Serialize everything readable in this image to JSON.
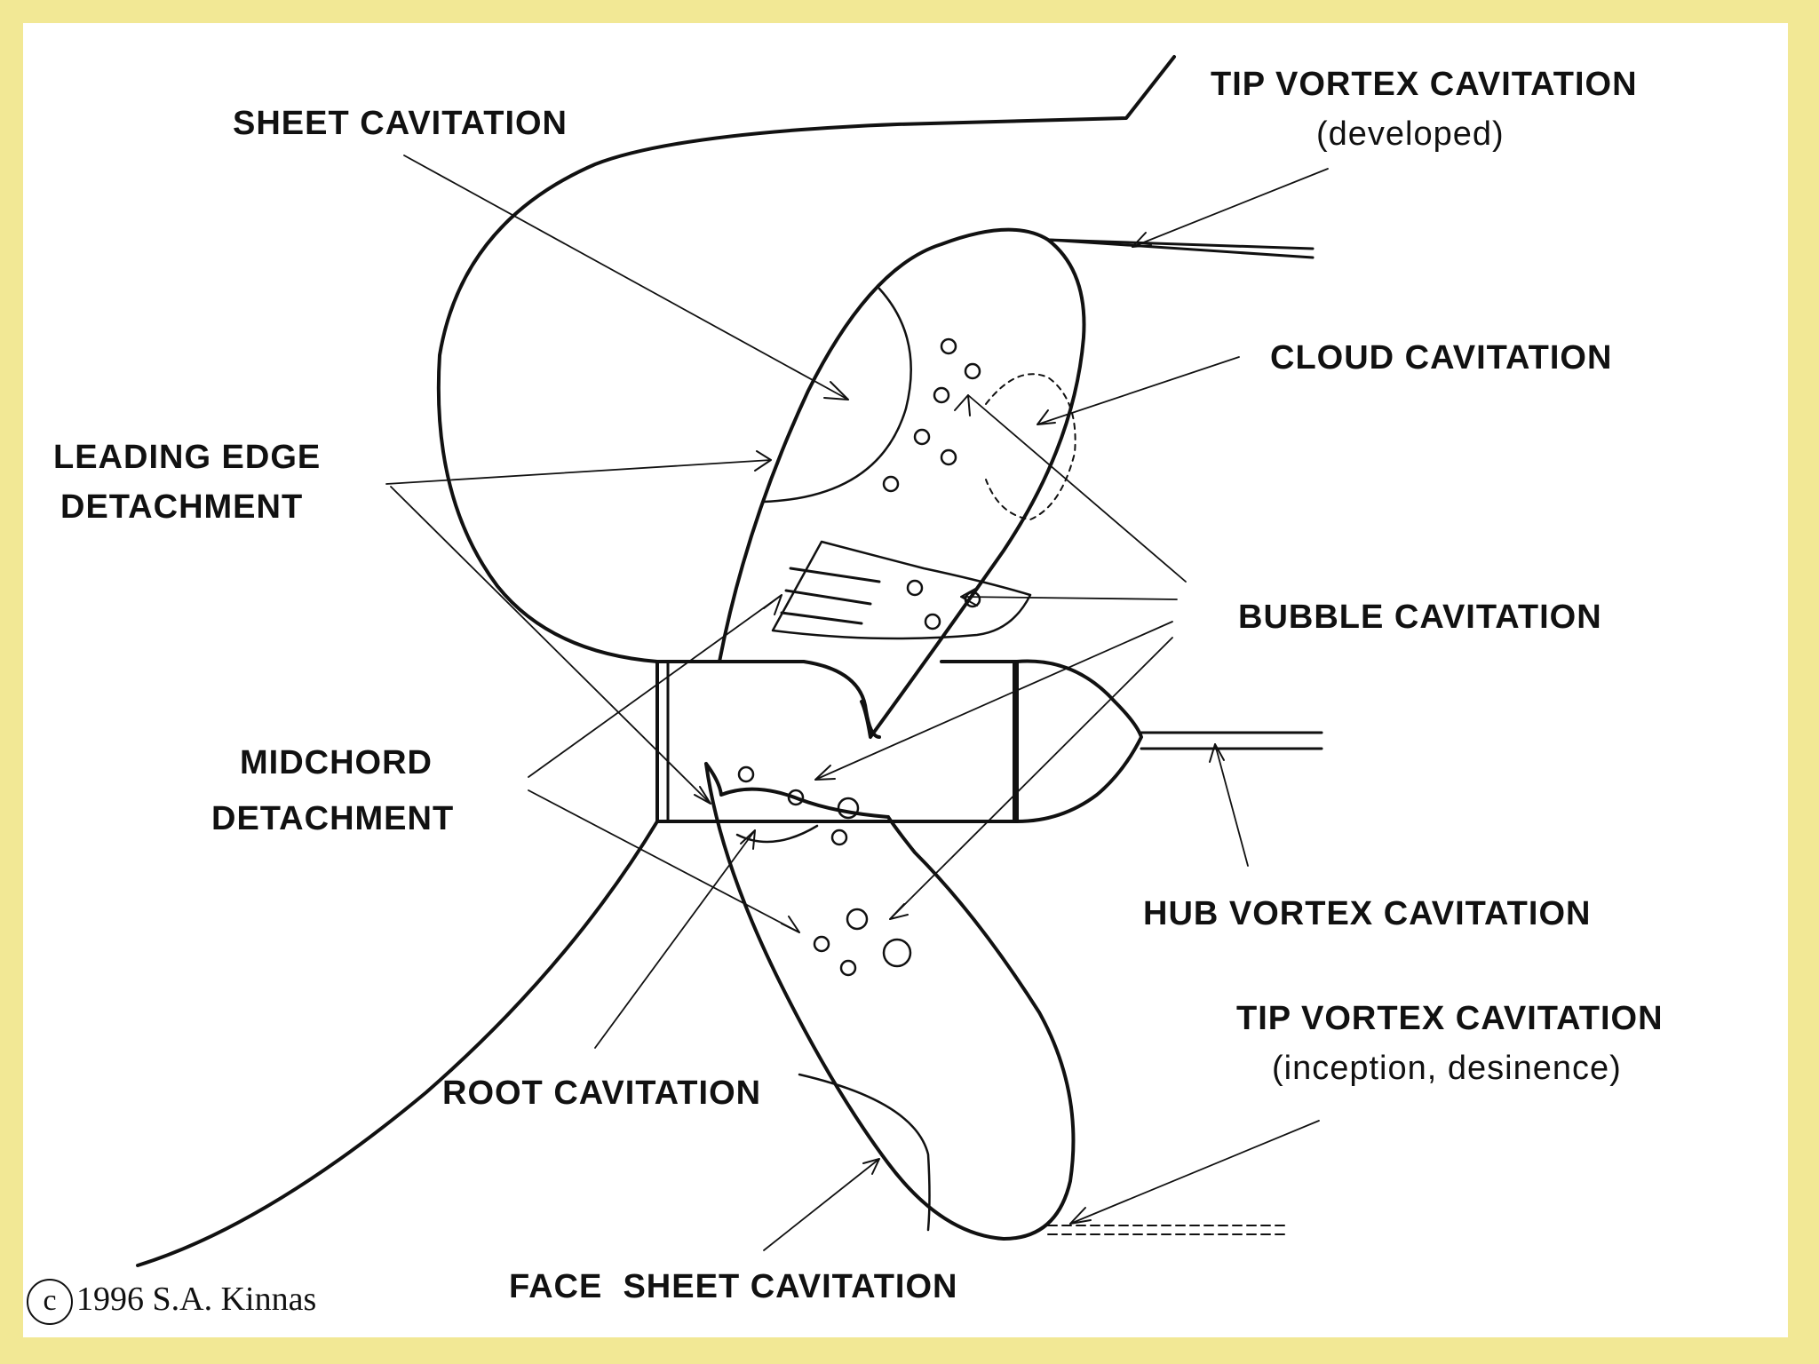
{
  "labels": {
    "tip_vortex_developed": "TIP VORTEX CAVITATION",
    "tip_vortex_developed_sub": "(developed)",
    "sheet": "SHEET CAVITATION",
    "cloud": "CLOUD CAVITATION",
    "leading_edge_1": "LEADING EDGE",
    "leading_edge_2": "DETACHMENT",
    "bubble": "BUBBLE CAVITATION",
    "midchord_1": "MIDCHORD",
    "midchord_2": "DETACHMENT",
    "hub_vortex": "HUB VORTEX CAVITATION",
    "tip_vortex_inception": "TIP VORTEX CAVITATION",
    "tip_vortex_inception_sub": "(inception, desinence)",
    "root": "ROOT CAVITATION",
    "face_sheet": "FACE  SHEET CAVITATION"
  },
  "copyright": {
    "symbol": "c",
    "text": "1996 S.A. Kinnas"
  },
  "colors": {
    "border": "#f2e895",
    "background": "#ffffff",
    "ink": "#111111"
  }
}
